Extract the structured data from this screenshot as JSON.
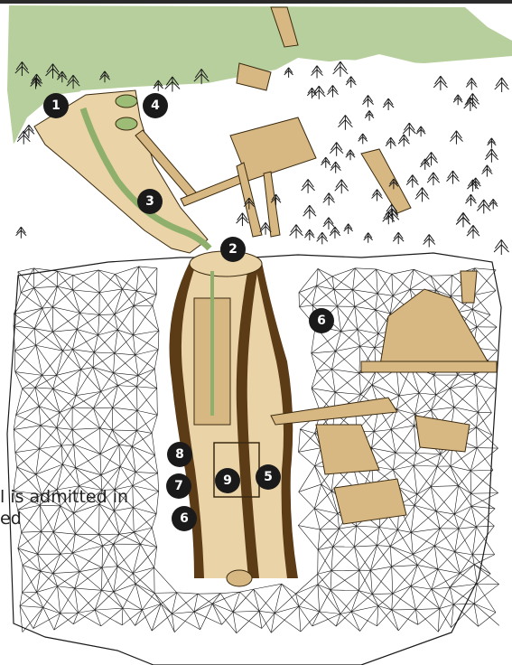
{
  "palette": {
    "forest_green": "#b7cf9c",
    "sand": "#ead3a6",
    "wood": "#d8b882",
    "dark_wood": "#5c3b17",
    "ink": "#1a1a1a",
    "marker_fill": "#1a1a1a",
    "marker_text": "#ffffff"
  },
  "markers": [
    {
      "id": "1",
      "label": "1"
    },
    {
      "id": "4",
      "label": "4"
    },
    {
      "id": "3",
      "label": "3"
    },
    {
      "id": "2",
      "label": "2"
    },
    {
      "id": "6a",
      "label": "6"
    },
    {
      "id": "8",
      "label": "8"
    },
    {
      "id": "7",
      "label": "7"
    },
    {
      "id": "9",
      "label": "9"
    },
    {
      "id": "5",
      "label": "5"
    },
    {
      "id": "6b",
      "label": "6"
    }
  ],
  "caption": {
    "line1": "l is admitted in",
    "line2": "ed"
  }
}
